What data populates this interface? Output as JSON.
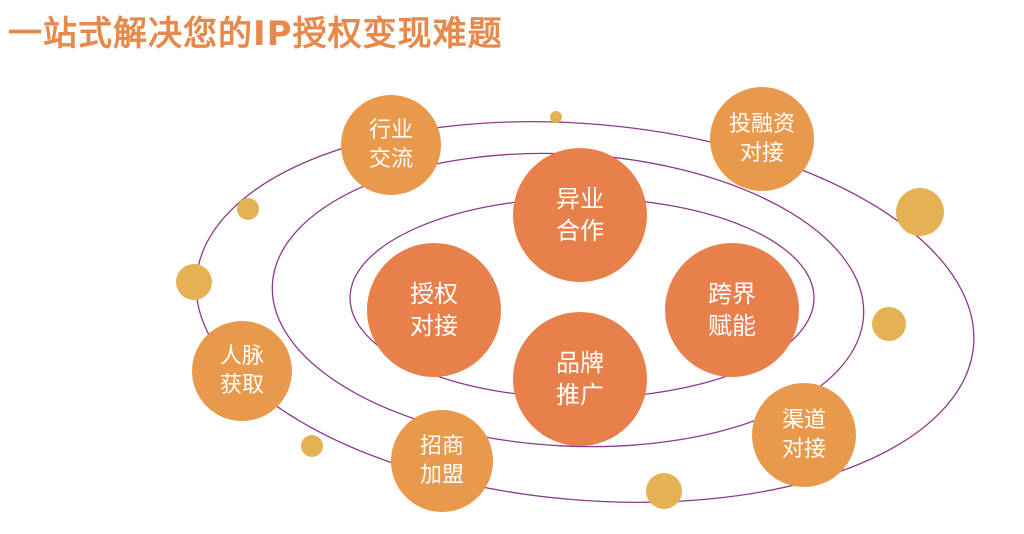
{
  "title": "一站式解决您的IP授权变现难题",
  "colors": {
    "title": "#e8894c",
    "orbit": "#8b3a8c",
    "outer_node": "#e8994b",
    "inner_node": "#e8804c",
    "dot": "#e4b255"
  },
  "inner_nodes": [
    {
      "line1": "异业",
      "line2": "合作"
    },
    {
      "line1": "授权",
      "line2": "对接"
    },
    {
      "line1": "跨界",
      "line2": "赋能"
    },
    {
      "line1": "品牌",
      "line2": "推广"
    }
  ],
  "outer_nodes": [
    {
      "line1": "行业",
      "line2": "交流"
    },
    {
      "line1": "投融资",
      "line2": "对接"
    },
    {
      "line1": "人脉",
      "line2": "获取"
    },
    {
      "line1": "招商",
      "line2": "加盟"
    },
    {
      "line1": "渠道",
      "line2": "对接"
    }
  ]
}
